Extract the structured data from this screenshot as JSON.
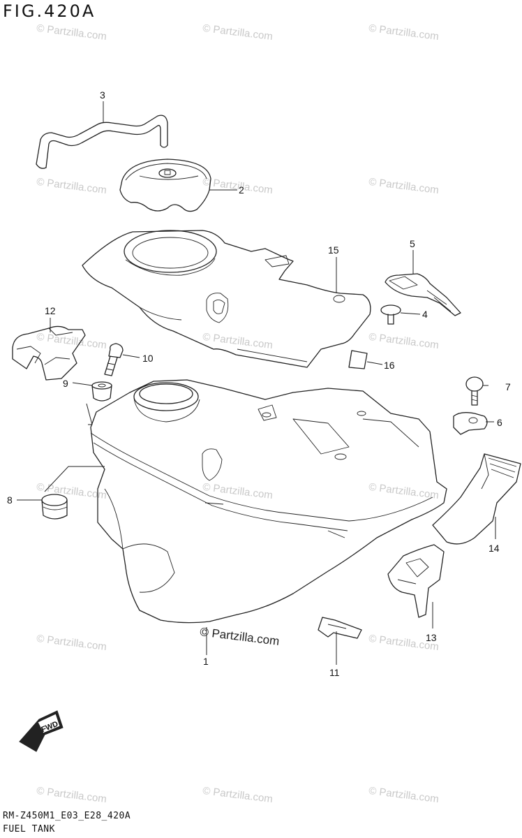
{
  "figure": {
    "title": "FIG.420A",
    "code": "RM-Z450M1_E03_E28_420A",
    "name": "FUEL TANK"
  },
  "watermark": {
    "text": "© Partzilla.com",
    "main_text": "© Partzilla.com"
  },
  "fwd_label": "FWD",
  "callouts": [
    {
      "id": "1",
      "label": "1"
    },
    {
      "id": "2",
      "label": "2"
    },
    {
      "id": "3",
      "label": "3"
    },
    {
      "id": "4",
      "label": "4"
    },
    {
      "id": "5",
      "label": "5"
    },
    {
      "id": "6",
      "label": "6"
    },
    {
      "id": "7",
      "label": "7"
    },
    {
      "id": "8",
      "label": "8"
    },
    {
      "id": "9",
      "label": "9"
    },
    {
      "id": "10",
      "label": "10"
    },
    {
      "id": "11",
      "label": "11"
    },
    {
      "id": "12",
      "label": "12"
    },
    {
      "id": "13",
      "label": "13"
    },
    {
      "id": "14",
      "label": "14"
    },
    {
      "id": "15",
      "label": "15"
    },
    {
      "id": "16",
      "label": "16"
    }
  ]
}
